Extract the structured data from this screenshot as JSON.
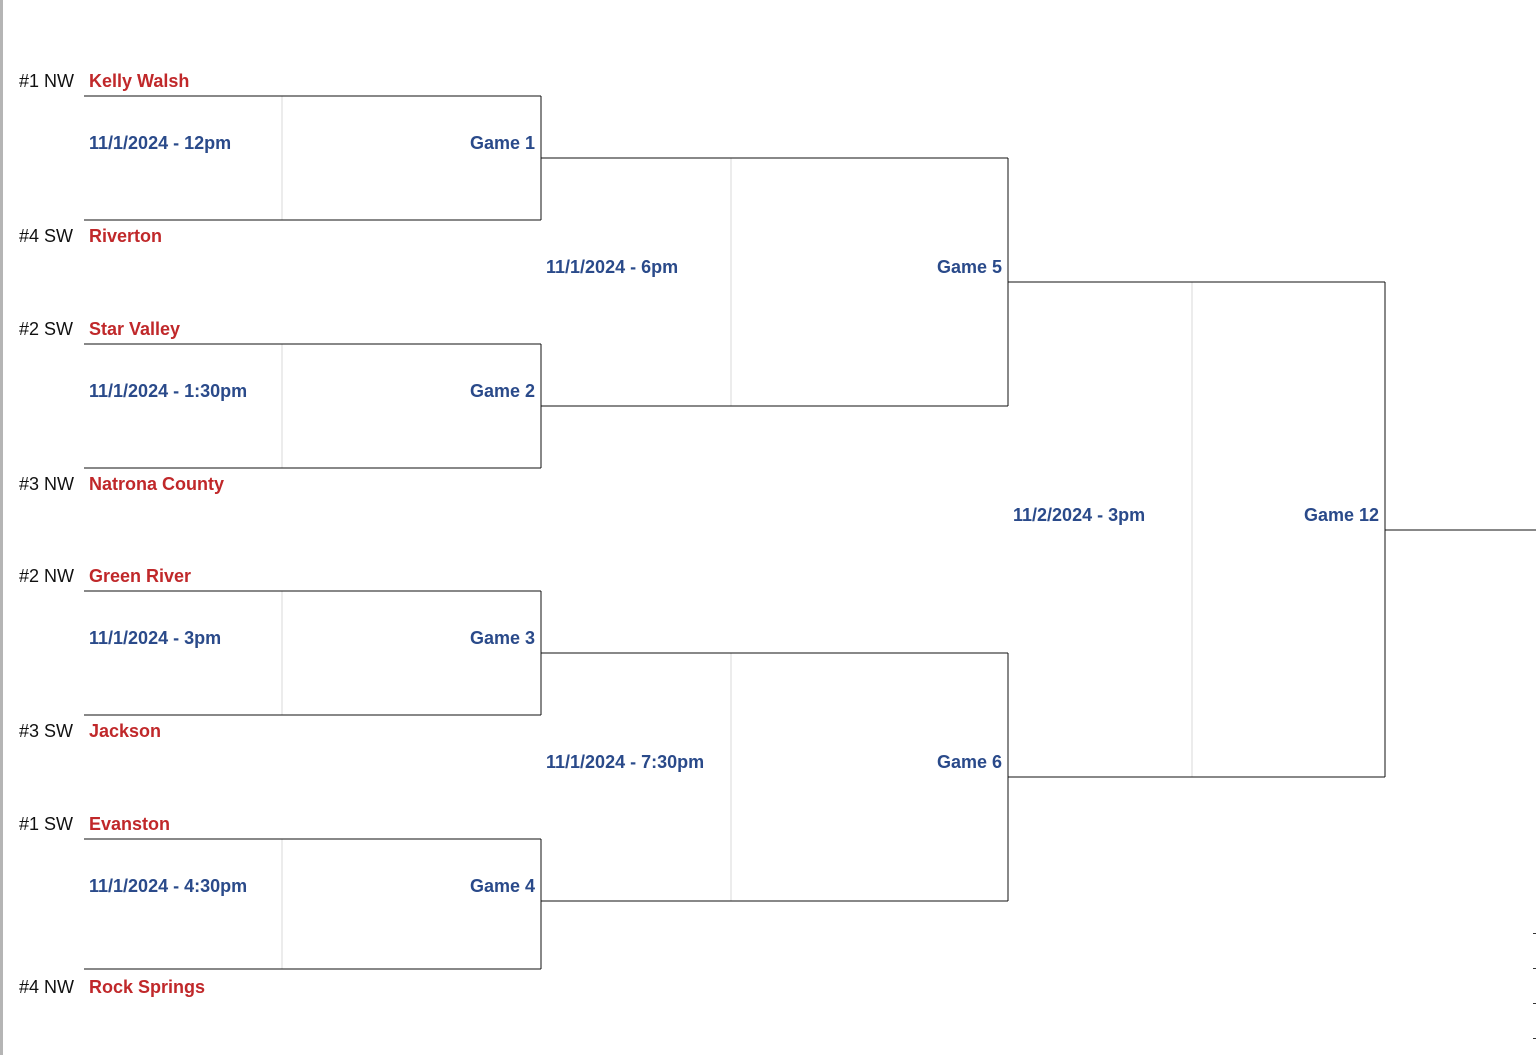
{
  "colors": {
    "team": "#c0282a",
    "schedule": "#2a4a8a",
    "seed": "#111111",
    "line": "#111111"
  },
  "teams": [
    {
      "seed": "#1 NW",
      "name": "Kelly Walsh"
    },
    {
      "seed": "#4 SW",
      "name": "Riverton"
    },
    {
      "seed": "#2 SW",
      "name": "Star Valley"
    },
    {
      "seed": "#3 NW",
      "name": "Natrona County"
    },
    {
      "seed": "#2 NW",
      "name": "Green River"
    },
    {
      "seed": "#3 SW",
      "name": "Jackson"
    },
    {
      "seed": "#1 SW",
      "name": "Evanston"
    },
    {
      "seed": "#4 NW",
      "name": "Rock Springs"
    }
  ],
  "games": [
    {
      "label": "Game 1",
      "when": "11/1/2024 - 12pm"
    },
    {
      "label": "Game 2",
      "when": "11/1/2024 - 1:30pm"
    },
    {
      "label": "Game 3",
      "when": "11/1/2024 - 3pm"
    },
    {
      "label": "Game 4",
      "when": "11/1/2024 - 4:30pm"
    },
    {
      "label": "Game 5",
      "when": "11/1/2024 - 6pm"
    },
    {
      "label": "Game 6",
      "when": "11/1/2024 - 7:30pm"
    },
    {
      "label": "Game 12",
      "when": "11/2/2024 - 3pm"
    }
  ]
}
